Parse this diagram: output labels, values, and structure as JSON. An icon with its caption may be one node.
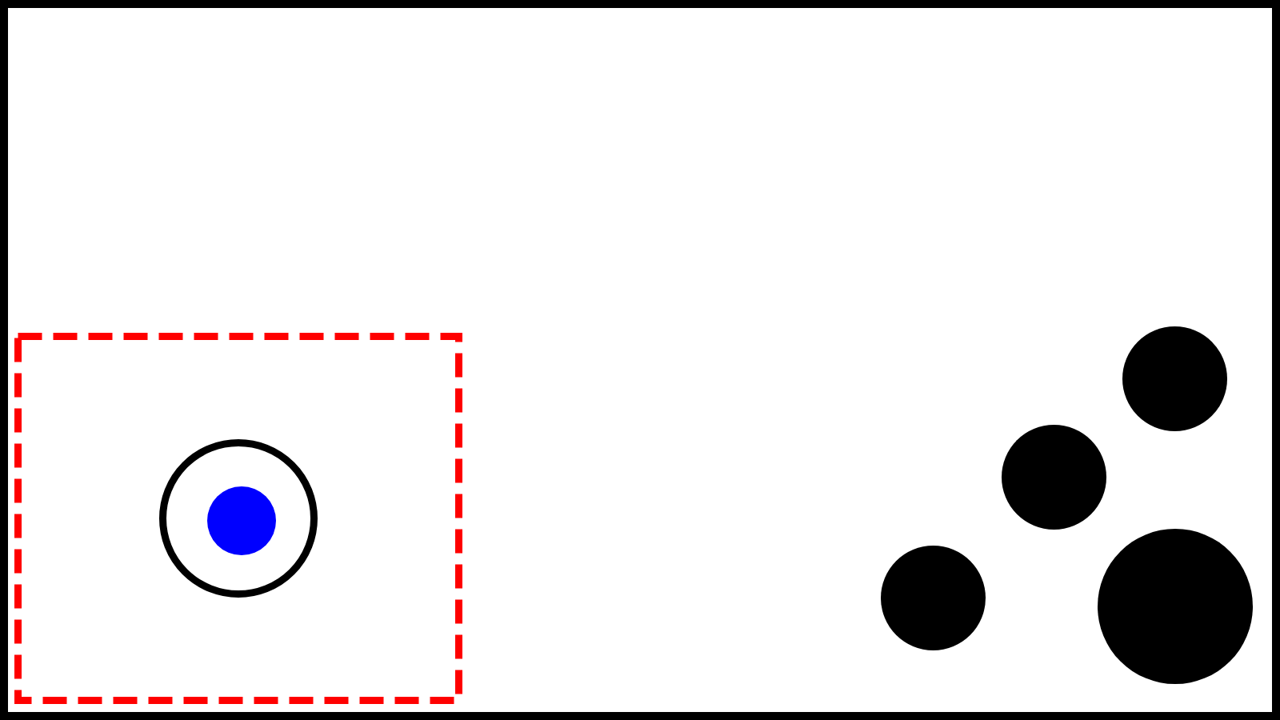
{
  "diagram": {
    "nodes": [
      {
        "text": [],
        "shape": "box"
      },
      {
        "text": [],
        "shape": "circle",
        "in": 0
      },
      {
        "text": [],
        "shape": "circle",
        "in": 1
      },
      {
        "text": [],
        "shape": "circle"
      },
      {
        "text": [],
        "shape": "circle"
      },
      {
        "text": [],
        "shape": "circle"
      },
      {
        "text": [],
        "shape": "circle"
      }
    ]
  }
}
